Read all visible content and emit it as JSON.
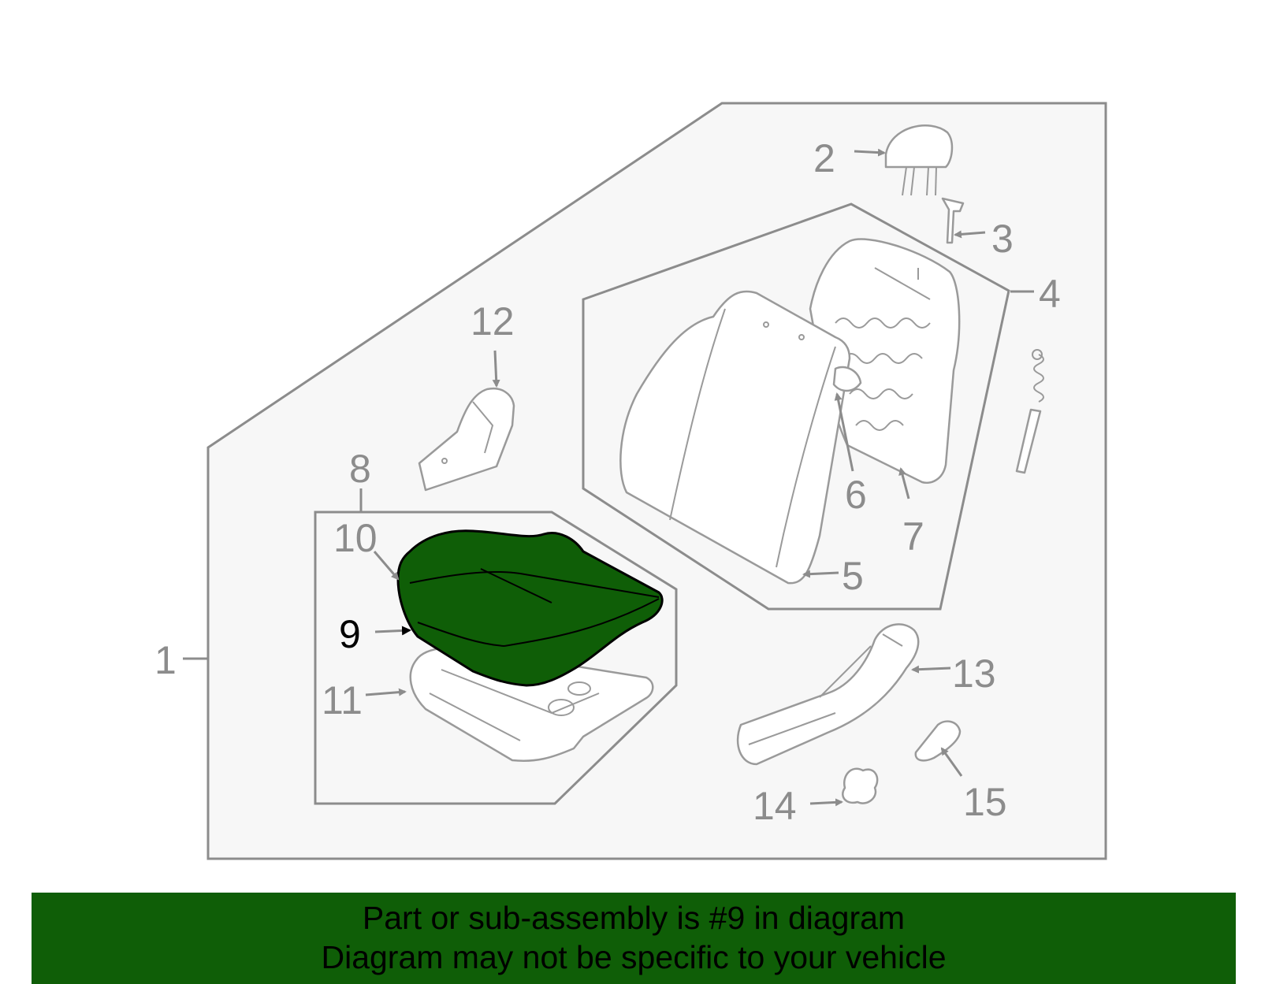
{
  "diagram": {
    "callouts": {
      "c1": "1",
      "c2": "2",
      "c3": "3",
      "c4": "4",
      "c5": "5",
      "c6": "6",
      "c7": "7",
      "c8": "8",
      "c9": "9",
      "c10": "10",
      "c11": "11",
      "c12": "12",
      "c13": "13",
      "c14": "14",
      "c15": "15"
    },
    "highlighted_part": "9",
    "colors": {
      "highlight": "#0f5e07",
      "line_gray": "#8c8c8c",
      "panel": "#f7f7f7"
    }
  },
  "banner": {
    "line1": "Part or sub-assembly is #9 in diagram",
    "line2": "Diagram may not be specific to your vehicle"
  }
}
